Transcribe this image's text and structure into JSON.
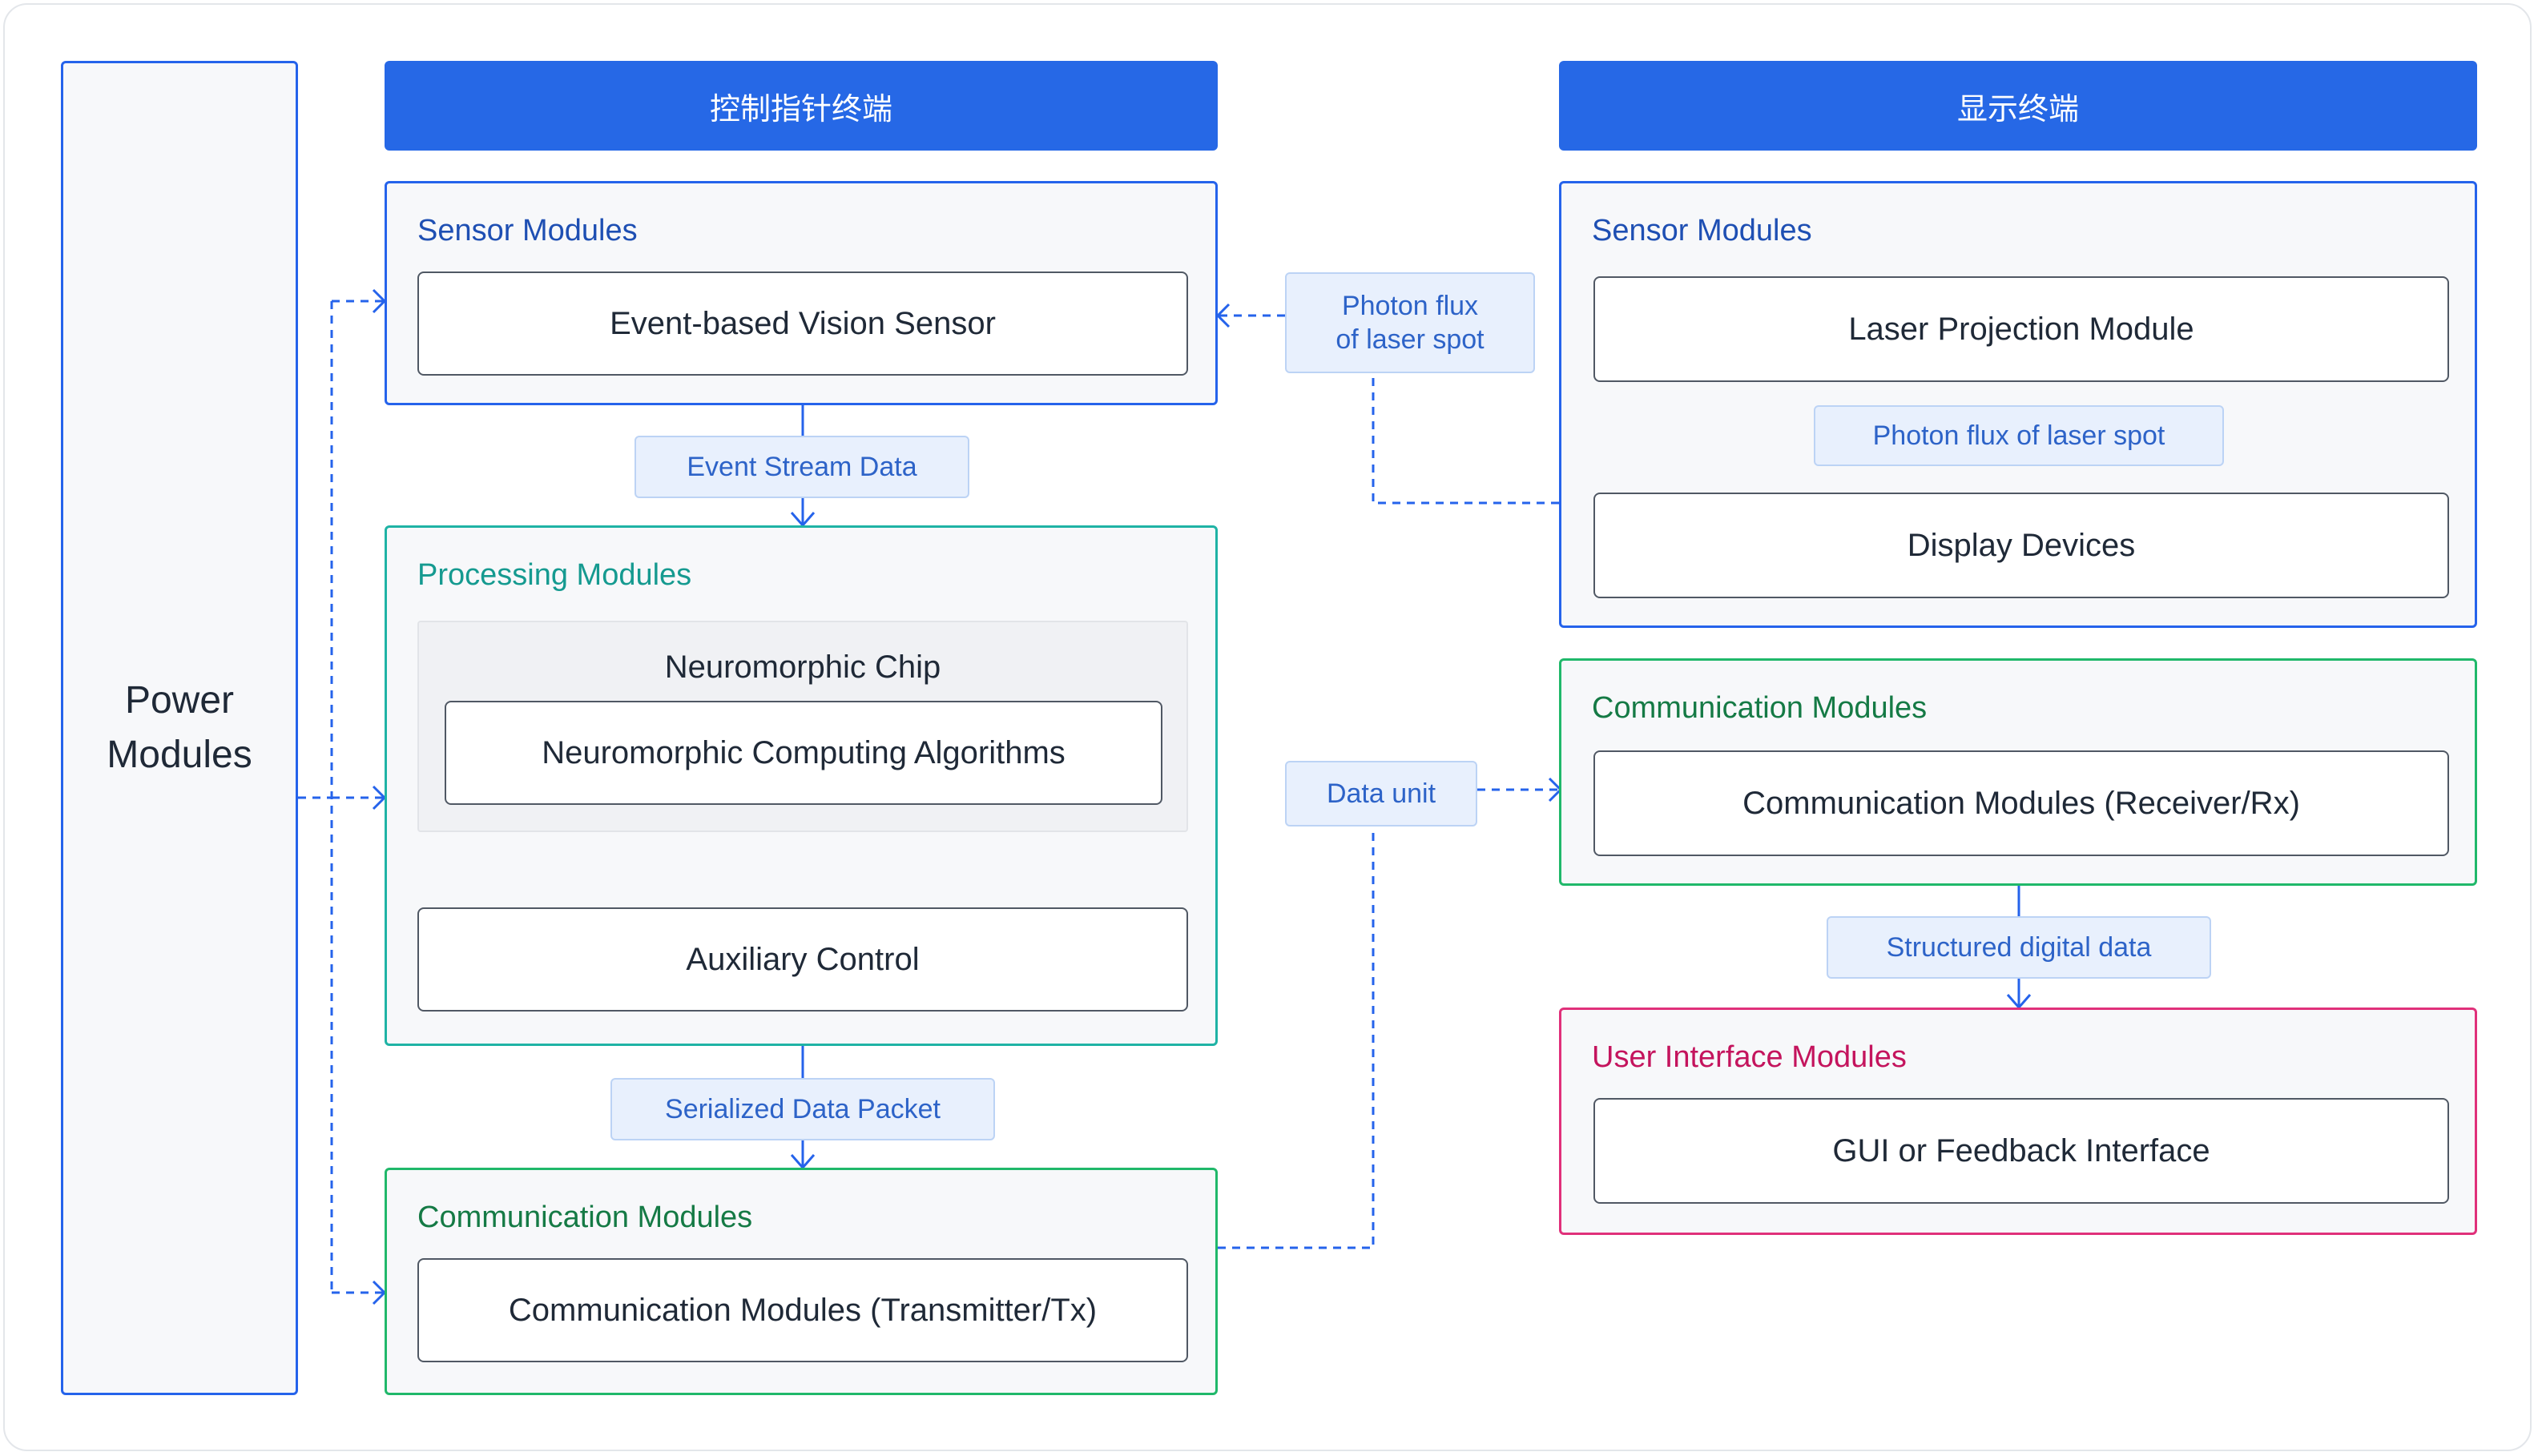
{
  "power": {
    "line1": "Power",
    "line2": "Modules"
  },
  "left_header": "控制指针终端",
  "right_header": "显示终端",
  "left": {
    "sensor": {
      "title": "Sensor Modules",
      "item": "Event-based Vision Sensor"
    },
    "processing": {
      "title": "Processing Modules",
      "chip_title": "Neuromorphic Chip",
      "chip_item": "Neuromorphic Computing Algorithms",
      "aux": "Auxiliary Control"
    },
    "comm": {
      "title": "Communication Modules",
      "item": "Communication Modules (Transmitter/Tx)"
    }
  },
  "right": {
    "sensor": {
      "title": "Sensor Modules",
      "item1": "Laser Projection Module",
      "item2": "Display Devices"
    },
    "comm": {
      "title": "Communication Modules",
      "item": "Communication Modules (Receiver/Rx)"
    },
    "ui": {
      "title": "User Interface Modules",
      "item": "GUI or Feedback Interface"
    }
  },
  "labels": {
    "event_stream": "Event Stream Data",
    "serialized": "Serialized Data Packet",
    "photon_flux_line1": "Photon flux",
    "photon_flux_line2": "of laser spot",
    "photon_flux_inner": "Photon flux of laser spot",
    "data_unit": "Data unit",
    "structured": "Structured digital data"
  },
  "colors": {
    "header": "#2668e6",
    "blue": "#2563eb",
    "teal": "#1fb3a5",
    "green": "#20b86a",
    "pink": "#e0307a"
  }
}
